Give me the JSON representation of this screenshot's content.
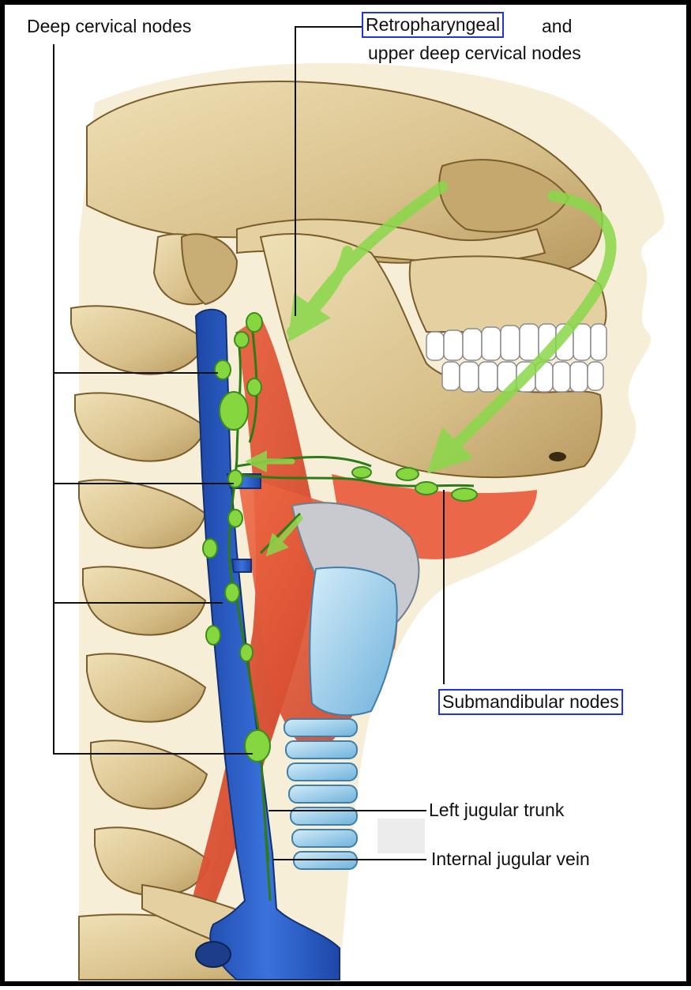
{
  "labels": {
    "deep_cervical": "Deep cervical nodes",
    "retropharyngeal": "Retropharyngeal",
    "retro_and": "and",
    "upper_deep": "upper deep cervical nodes",
    "submandibular": "Submandibular nodes",
    "left_jugular": "Left jugular trunk",
    "internal_jugular": "Internal jugular vein"
  },
  "colors": {
    "frame": "#000000",
    "highlight_box": "#2233e0",
    "bone": "#dcc694",
    "bone_shadow": "#a68a55",
    "muscle": "#e04a2e",
    "vein": "#2d5fc7",
    "vein_dark": "#1a3c8c",
    "lymph_node": "#86d63f",
    "lymph_vessel": "#2f7a18",
    "arrow": "#8ad84a",
    "cartilage": "#8fc8e8",
    "skin": "#f6ecd4",
    "teeth": "#ffffff"
  },
  "icons": [
    "flow-arrow-icon"
  ]
}
